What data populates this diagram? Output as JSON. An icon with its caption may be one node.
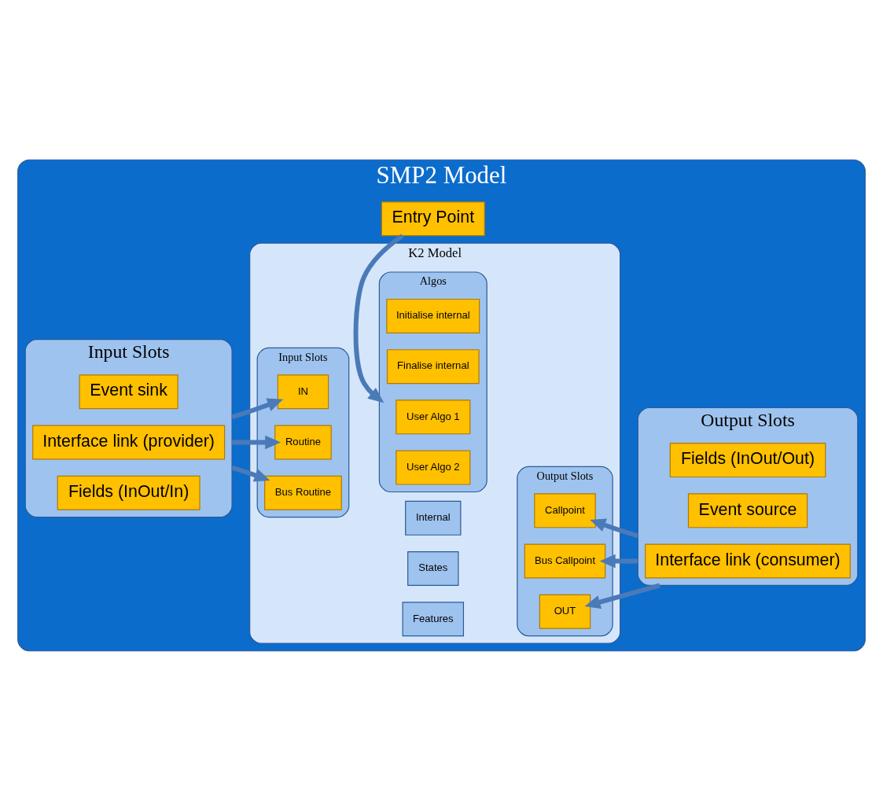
{
  "diagram": {
    "nodes": [
      {
        "text": [
          "SMP2 Model"
        ]
      },
      {
        "text": [
          "Input Slots"
        ],
        "in": 0
      },
      {
        "text": [
          "Event sink"
        ],
        "in": 1
      },
      {
        "text": [
          "Interface link (provider)"
        ],
        "in": 1
      },
      {
        "text": [
          "Fields (InOut/In)"
        ],
        "in": 1
      },
      {
        "text": [
          "K2 Model"
        ],
        "in": 0
      },
      {
        "text": [
          "Input Slots"
        ],
        "in": 5
      },
      {
        "text": [
          "IN"
        ],
        "in": 6
      },
      {
        "text": [
          "Routine"
        ],
        "in": 6
      },
      {
        "text": [
          "Bus Routine"
        ],
        "in": 6
      },
      {
        "text": [
          "States"
        ],
        "in": 5
      },
      {
        "text": [
          "Internal"
        ],
        "in": 5
      },
      {
        "text": [
          "Features"
        ],
        "in": 5
      },
      {
        "text": [
          "Algos"
        ],
        "in": 5
      },
      {
        "text": [
          "Initialise internal"
        ],
        "in": 13
      },
      {
        "text": [
          "Finalise internal"
        ],
        "in": 13
      },
      {
        "text": [
          "User Algo 1"
        ],
        "in": 13
      },
      {
        "text": [
          "User Algo 2"
        ],
        "in": 13
      },
      {
        "text": [
          "Output Slots"
        ],
        "in": 5
      },
      {
        "text": [
          "Bus Callpoint"
        ],
        "in": 18
      },
      {
        "text": [
          "Callpoint"
        ],
        "in": 18
      },
      {
        "text": [
          "OUT"
        ],
        "in": 18
      },
      {
        "text": [
          "Output Slots"
        ],
        "in": 0
      },
      {
        "text": [
          "Fields (InOut/Out)"
        ],
        "in": 22
      },
      {
        "text": [
          "Interface link (consumer)"
        ],
        "in": 22
      },
      {
        "text": [
          "Event source"
        ],
        "in": 22
      },
      {
        "text": [
          "Entry Point"
        ],
        "in": 0
      }
    ],
    "edges": [
      {
        "from": 1,
        "to": 7,
        "arrow": "to"
      },
      {
        "from": 1,
        "to": 8,
        "arrow": "to"
      },
      {
        "from": 1,
        "to": 9,
        "arrow": "to"
      },
      {
        "from": 22,
        "to": 19,
        "arrow": "to"
      },
      {
        "from": 22,
        "to": 20,
        "arrow": "to"
      },
      {
        "from": 22,
        "to": 21,
        "arrow": "to"
      },
      {
        "from": 26,
        "to": 13,
        "arrow": "to"
      }
    ]
  }
}
